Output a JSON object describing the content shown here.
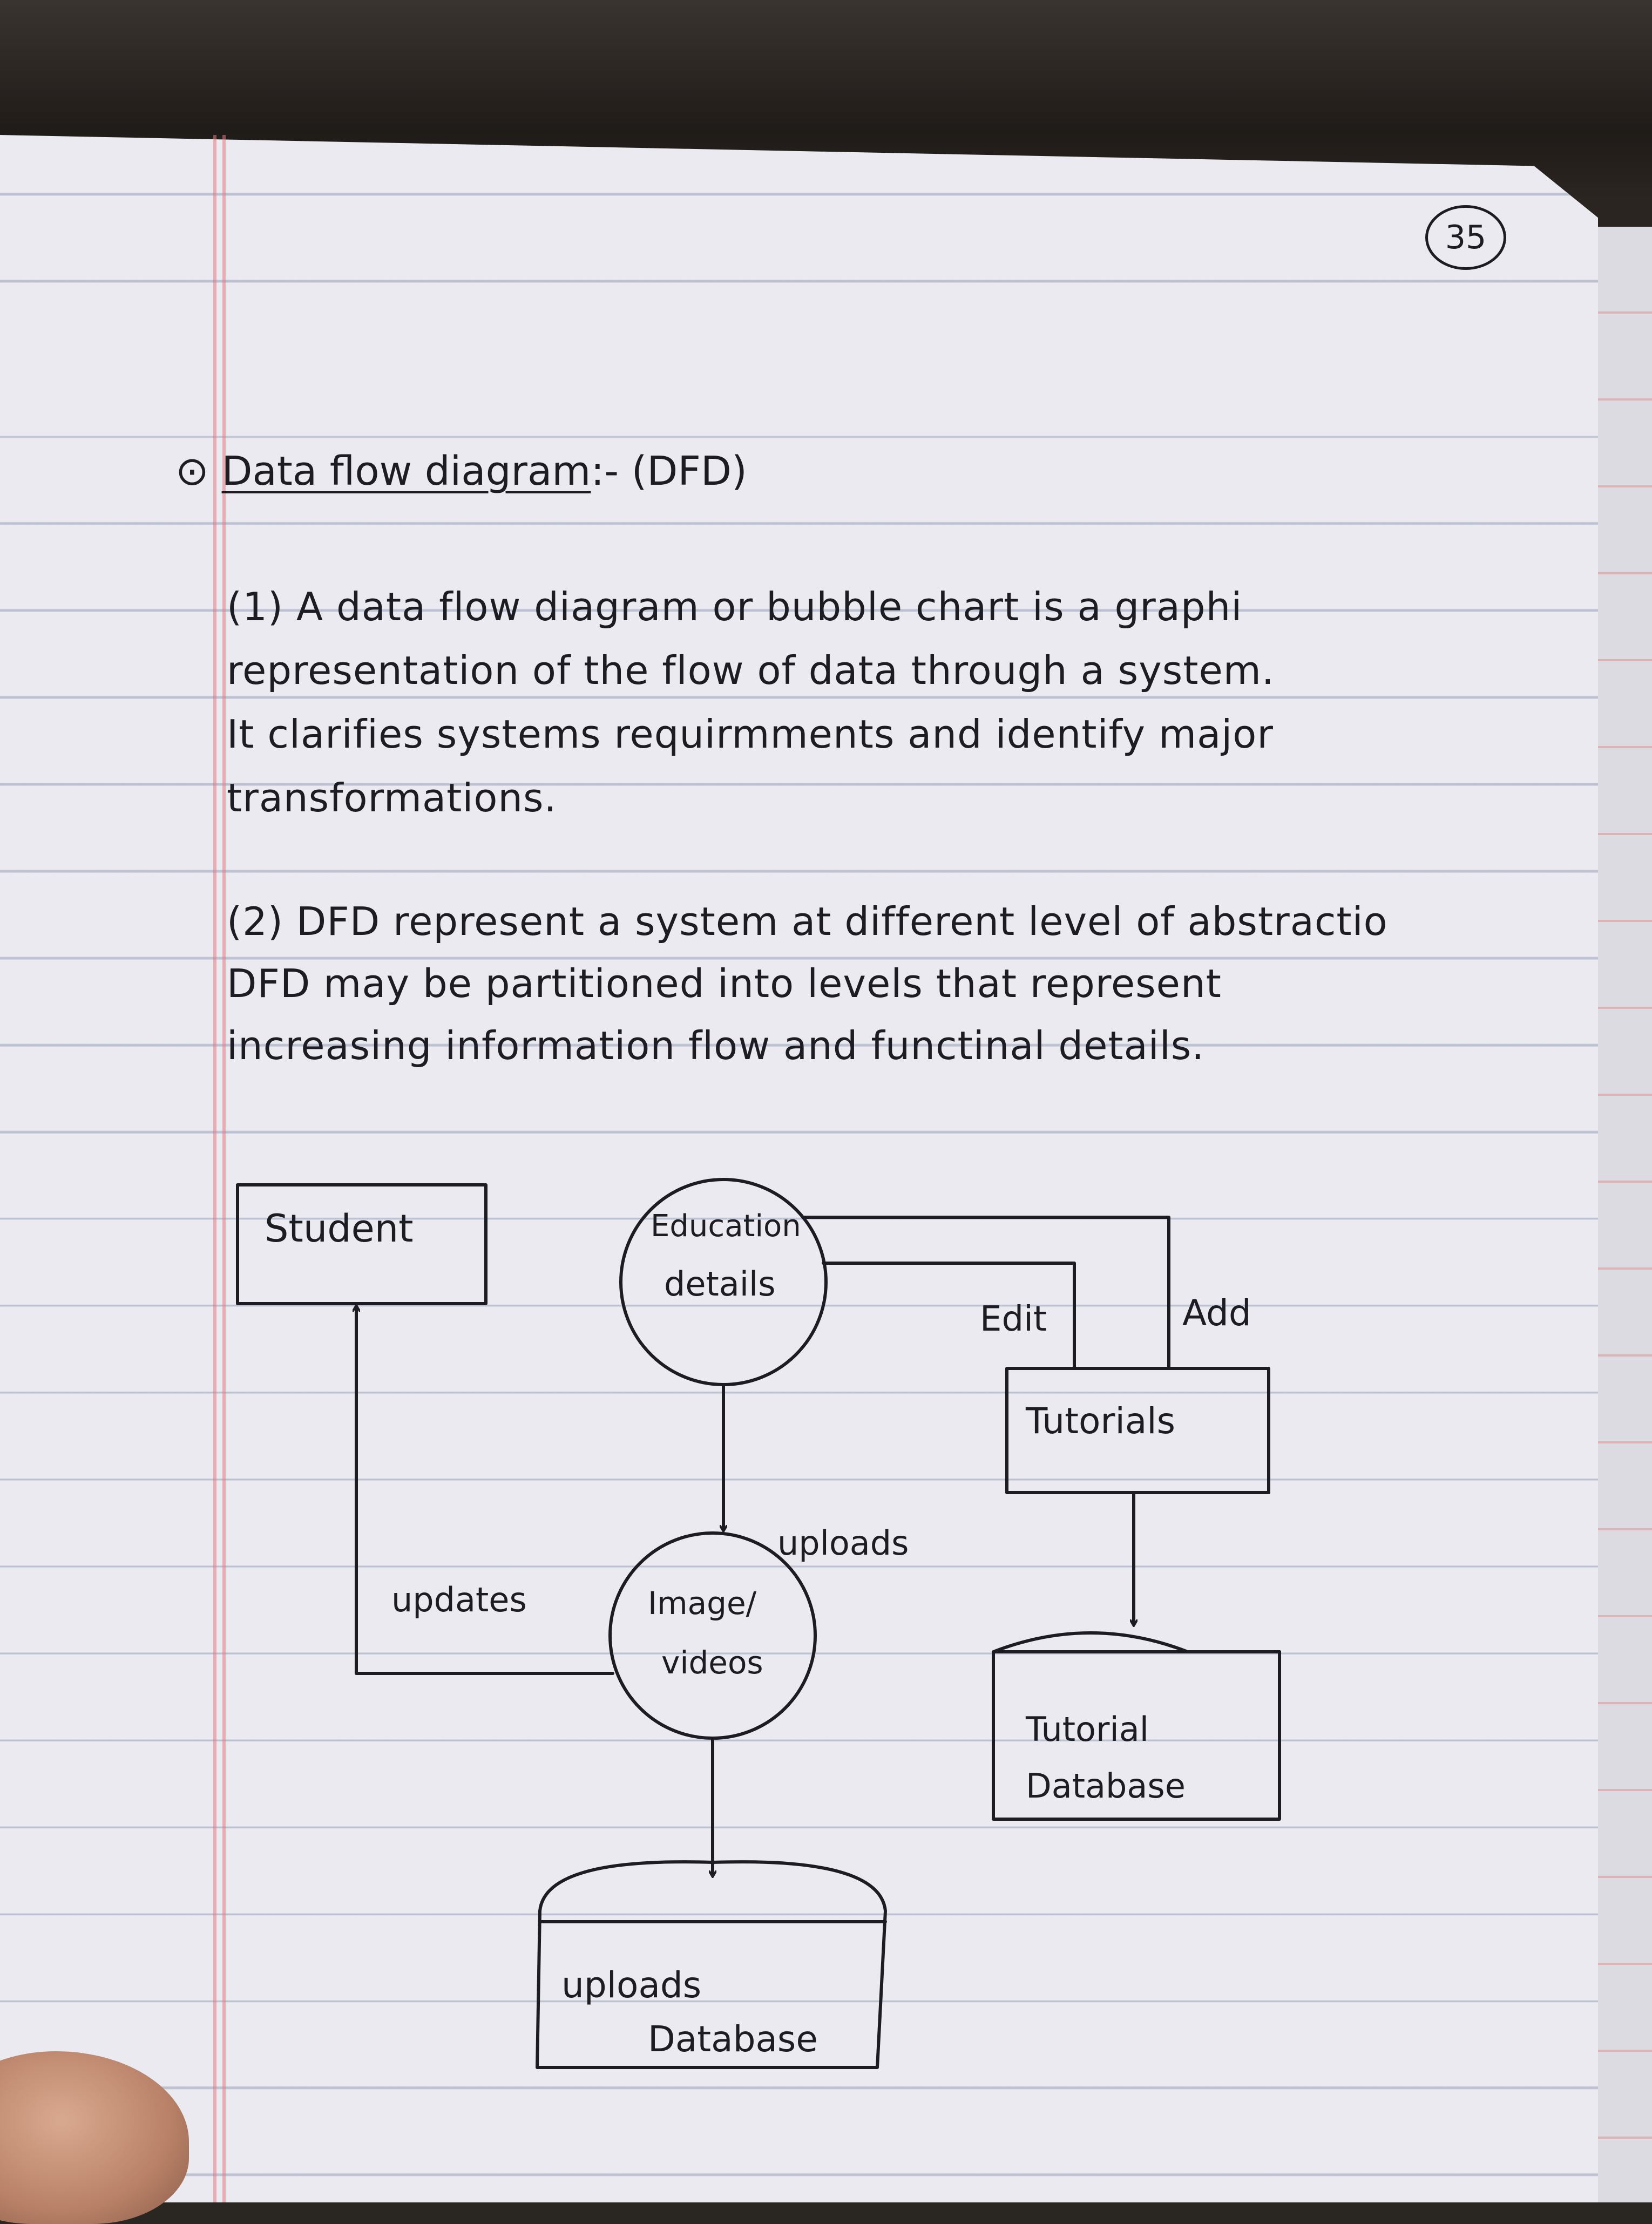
{
  "page_number": "35",
  "heading": {
    "bullet": "⊙",
    "title": "Data flow diagram",
    "suffix": ":- (DFD)"
  },
  "paragraphs": [
    {
      "lines": [
        "(1) A data flow diagram or bubble chart is a graphi",
        "representation of the flow of data through a system.",
        "It clarifies systems requirmments and identify major",
        "transformations."
      ]
    },
    {
      "lines": [
        "(2) DFD represent a system at different level of abstractio",
        "DFD may be partitioned into levels that represent",
        "increasing information flow and functinal details."
      ]
    }
  ],
  "diagram": {
    "nodes": {
      "student": "Student",
      "education_details": [
        "Education",
        "details"
      ],
      "tutorials": "Tutorials",
      "image_videos": [
        "Image/",
        "videos"
      ],
      "tutorial_database": [
        "Tutorial",
        "Database"
      ],
      "uploads_database": [
        "uploads",
        "Database"
      ]
    },
    "flows": {
      "edit": "Edit",
      "add": "Add",
      "uploads": "uploads",
      "updates": "updates"
    }
  }
}
